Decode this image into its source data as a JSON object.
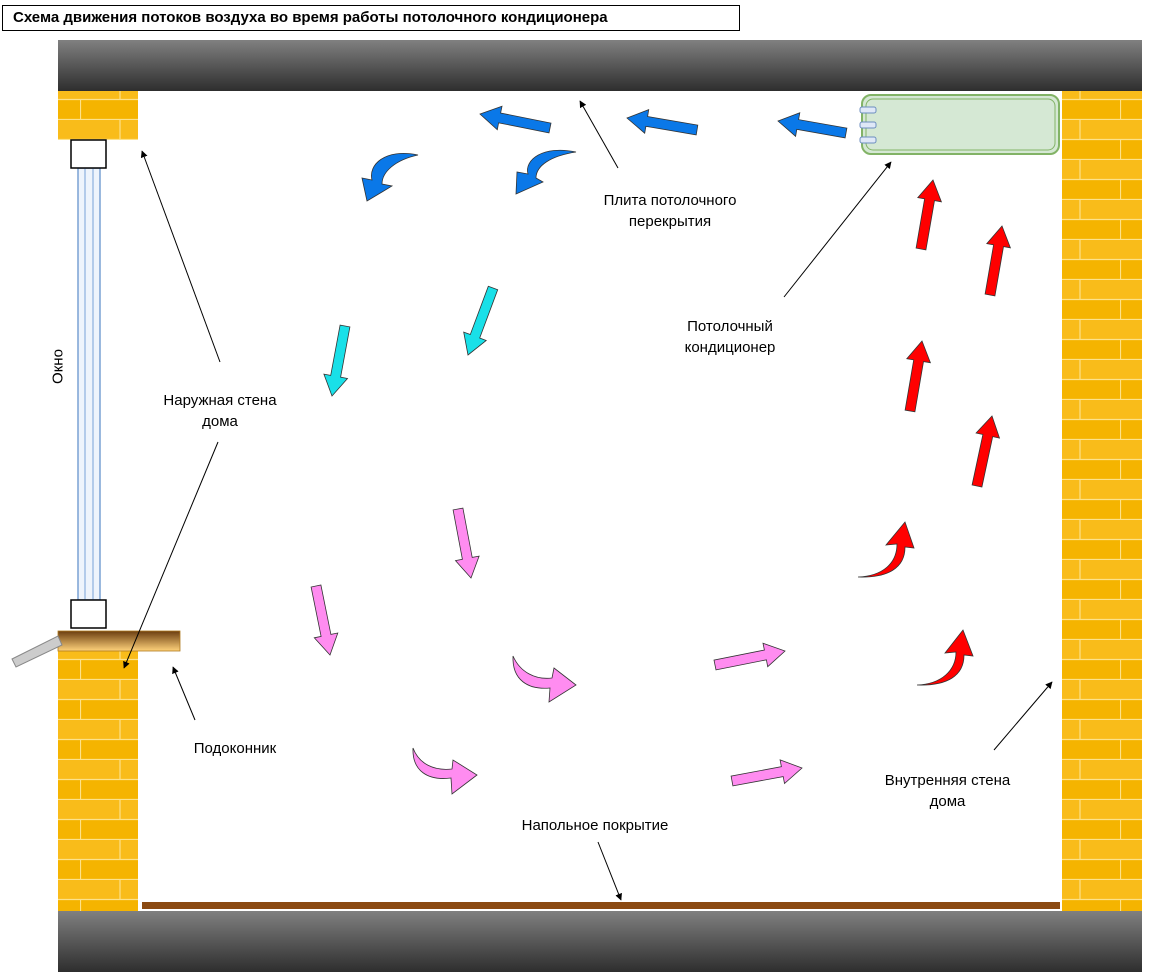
{
  "title": "Схема движения потоков воздуха во время работы потолочного кондиционера",
  "labels": {
    "ceiling_slab": "Плита потолочного\nперекрытия",
    "ceiling_ac": "Потолочный\nкондиционер",
    "outer_wall": "Наружная стена\nдома",
    "window": "Окно",
    "window_sill": "Подоконник",
    "floor": "Напольное покрытие",
    "inner_wall": "Внутренняя стена\nдома"
  },
  "colors": {
    "wall_brick": "#f5b400",
    "wall_mortar": "#fde28a",
    "slab": "#555555",
    "ac_unit_fill": "#d5e8d4",
    "ac_unit_border": "#82b366",
    "floor": "#8b4a12",
    "cold_air": "#0a78e8",
    "cool_air": "#19e0e8",
    "mixed_air": "#ff8cf0",
    "warm_air": "#ff0000"
  }
}
